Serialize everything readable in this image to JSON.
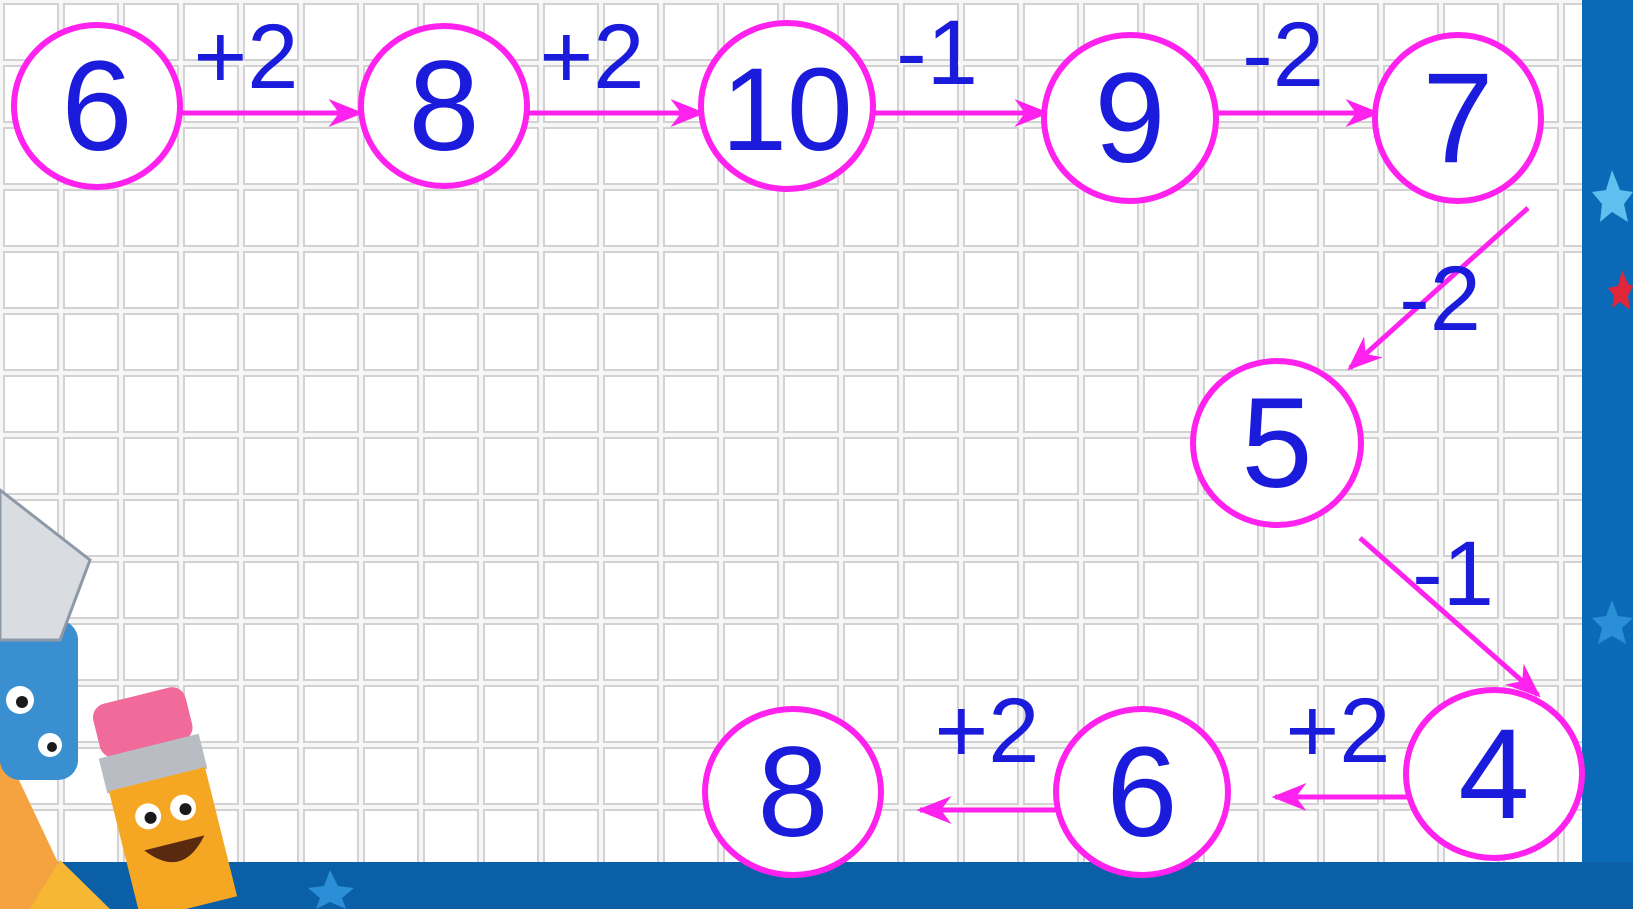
{
  "colors": {
    "circle_stroke": "#ff22ee",
    "arrow": "#ff22ee",
    "text": "#1b1bdc",
    "grid_line": "#c9c9c9",
    "frame_blue": "#0a6ab8"
  },
  "chain": [
    {
      "id": "n1",
      "value": "6"
    },
    {
      "id": "n2",
      "value": "8"
    },
    {
      "id": "n3",
      "value": "10"
    },
    {
      "id": "n4",
      "value": "9"
    },
    {
      "id": "n5",
      "value": "7"
    },
    {
      "id": "n6",
      "value": "5"
    },
    {
      "id": "n7",
      "value": "4"
    },
    {
      "id": "n8",
      "value": "6"
    },
    {
      "id": "n9",
      "value": "8"
    }
  ],
  "steps": [
    {
      "from": "n1",
      "to": "n2",
      "label": "+2"
    },
    {
      "from": "n2",
      "to": "n3",
      "label": "+2"
    },
    {
      "from": "n3",
      "to": "n4",
      "label": "-1"
    },
    {
      "from": "n4",
      "to": "n5",
      "label": "-2"
    },
    {
      "from": "n5",
      "to": "n6",
      "label": "-2"
    },
    {
      "from": "n6",
      "to": "n7",
      "label": "-1"
    },
    {
      "from": "n7",
      "to": "n8",
      "label": "+2"
    },
    {
      "from": "n8",
      "to": "n9",
      "label": "+2"
    }
  ],
  "decorations": [
    "graph-paper-background",
    "blue-star-frame",
    "cartoon-pencil-characters"
  ]
}
